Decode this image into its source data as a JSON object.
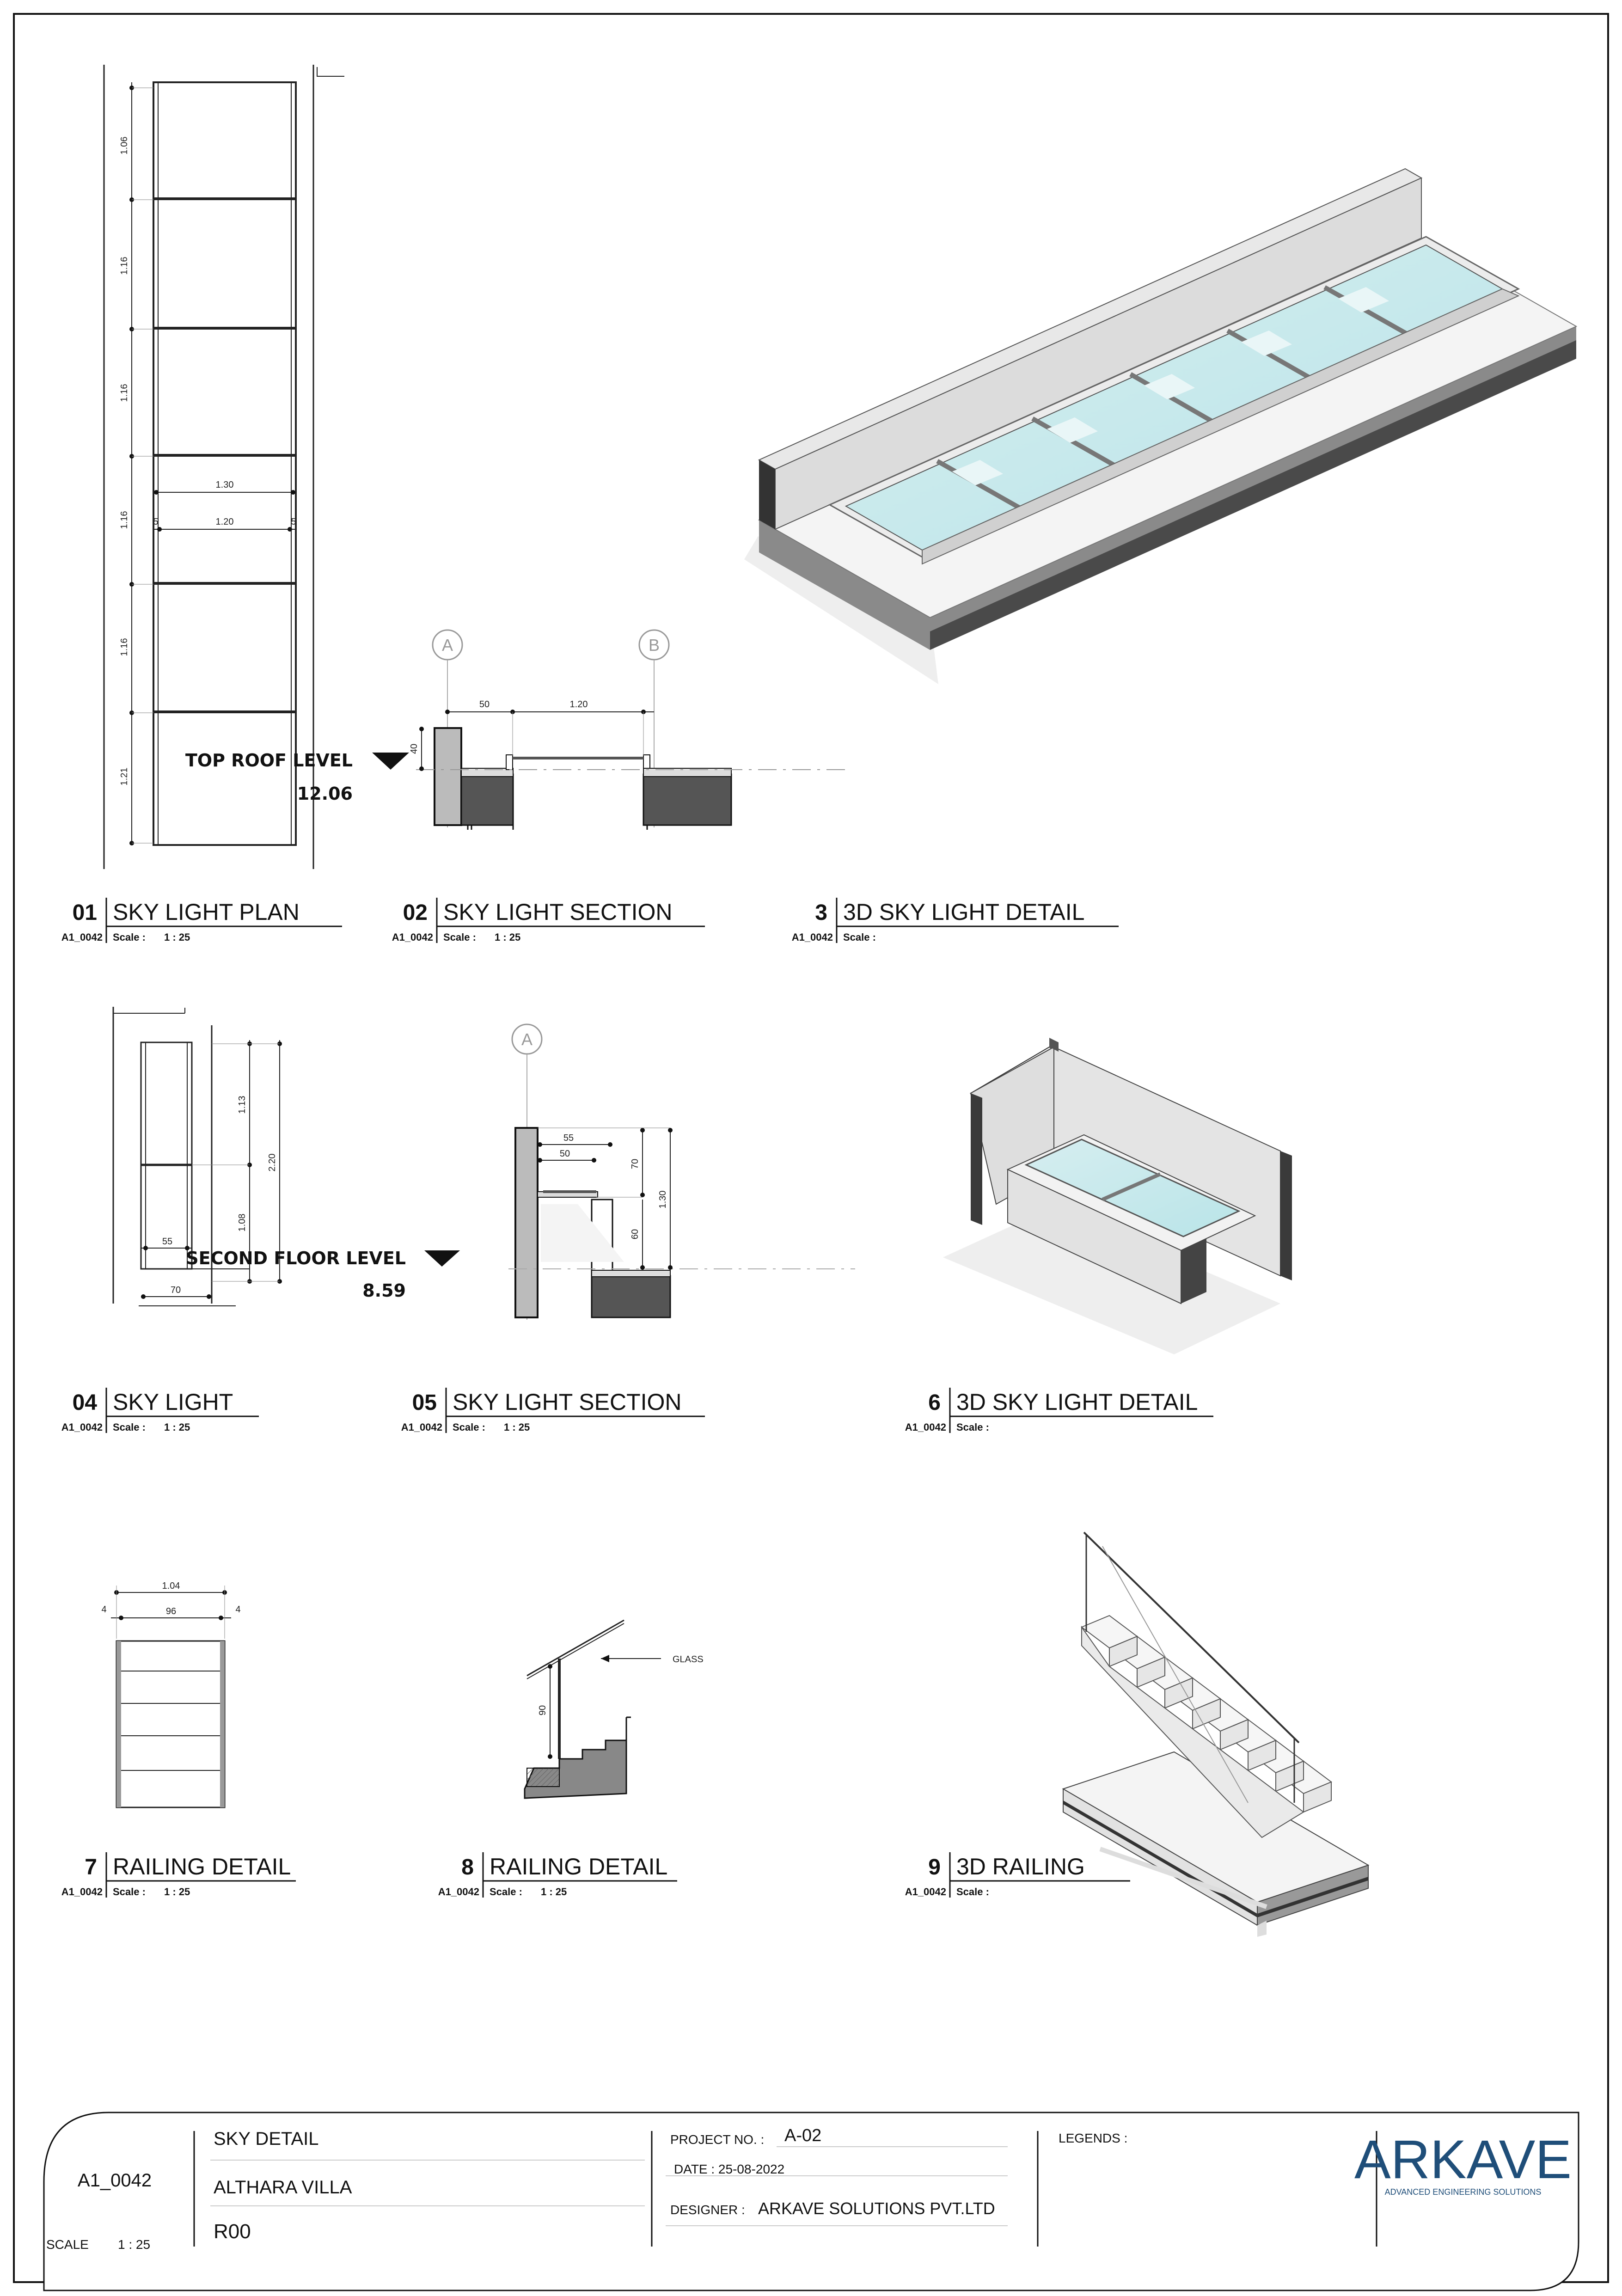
{
  "views": [
    {
      "num": "01",
      "title": "SKY LIGHT PLAN",
      "sheet": "A1_0042",
      "scale_label": "Scale :",
      "scale": "1 : 25"
    },
    {
      "num": "02",
      "title": "SKY LIGHT SECTION",
      "sheet": "A1_0042",
      "scale_label": "Scale :",
      "scale": "1 : 25"
    },
    {
      "num": "3",
      "title": "3D SKY LIGHT DETAIL",
      "sheet": "A1_0042",
      "scale_label": "Scale :",
      "scale": ""
    },
    {
      "num": "04",
      "title": "SKY LIGHT",
      "sheet": "A1_0042",
      "scale_label": "Scale :",
      "scale": "1 : 25"
    },
    {
      "num": "05",
      "title": "SKY LIGHT SECTION",
      "sheet": "A1_0042",
      "scale_label": "Scale :",
      "scale": "1 : 25"
    },
    {
      "num": "6",
      "title": "3D SKY LIGHT DETAIL",
      "sheet": "A1_0042",
      "scale_label": "Scale :",
      "scale": ""
    },
    {
      "num": "7",
      "title": "RAILING DETAIL",
      "sheet": "A1_0042",
      "scale_label": "Scale :",
      "scale": "1 : 25"
    },
    {
      "num": "8",
      "title": "RAILING DETAIL",
      "sheet": "A1_0042",
      "scale_label": "Scale :",
      "scale": "1 : 25"
    },
    {
      "num": "9",
      "title": "3D RAILING",
      "sheet": "A1_0042",
      "scale_label": "Scale :",
      "scale": ""
    }
  ],
  "levels": {
    "top_roof": {
      "name": "TOP ROOF LEVEL",
      "value": "12.06"
    },
    "second_floor": {
      "name": "SECOND FLOOR LEVEL",
      "value": "8.59"
    }
  },
  "grid_labels": {
    "a": "A",
    "b": "B"
  },
  "dims": {
    "plan_v1": "1.06",
    "plan_v2": "1.16",
    "plan_v3": "1.16",
    "plan_v4": "1.16",
    "plan_v5": "1.16",
    "plan_v6": "1.21",
    "plan_h_outer": "1.30",
    "plan_h_inner": "1.20",
    "plan_side": "5",
    "sec02_a": "50",
    "sec02_b": "1.20",
    "sec02_c": "40",
    "p04_a": "1.13",
    "p04_b": "1.08",
    "p04_c": "2.20",
    "p04_d": "55",
    "p04_e": "70",
    "s05_a": "55",
    "s05_b": "50",
    "s05_c": "70",
    "s05_d": "1.30",
    "s05_e": "60",
    "r07_outer": "1.04",
    "r07_inner": "96",
    "r07_side": "4",
    "r08_height": "90",
    "r08_glass": "GLASS"
  },
  "title_block": {
    "sheet_no": "A1_0042",
    "scale_label": "SCALE",
    "scale": "1 : 25",
    "drawing_title": "SKY DETAIL",
    "project_name": "ALTHARA VILLA",
    "revision": "R00",
    "project_no_label": "PROJECT NO. :",
    "project_no": "A-02",
    "date": "DATE : 25-08-2022",
    "designer_label": "DESIGNER :",
    "designer": "ARKAVE SOLUTIONS PVT.LTD",
    "legends_label": "LEGENDS :",
    "logo_text": "ARKAVE",
    "logo_tagline": "ADVANCED ENGINEERING SOLUTIONS",
    "logo_color": "#1f4e79"
  }
}
